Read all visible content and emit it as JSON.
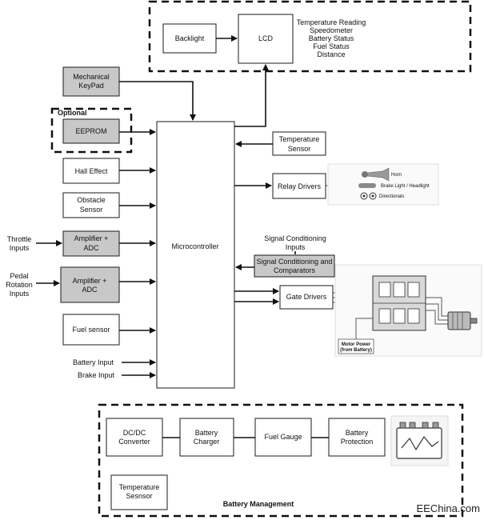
{
  "display_group": {
    "backlight": "Backlight",
    "lcd": "LCD",
    "info": [
      "Temperature Reading",
      "Speedometer",
      "Battery Status",
      "Fuel Status",
      "Distance"
    ]
  },
  "inputs": {
    "keypad": [
      "Mechanical",
      "KeyPad"
    ],
    "optional_label": "Optional",
    "eeprom": "EEPROM",
    "hall": "Hall Effect",
    "obstacle": [
      "Obstacle",
      "Sensor"
    ],
    "throttle_label": [
      "Throttle",
      "Inputs"
    ],
    "amp1": [
      "Amplifier +",
      "ADC"
    ],
    "pedal_label": [
      "Pedal",
      "Rotation",
      "Inputs"
    ],
    "amp2": [
      "Amplifier +",
      "ADC"
    ],
    "fuel": "Fuel sensor",
    "battery_input": "Battery Input",
    "brake_input": "Brake Input"
  },
  "mcu": "Microcontroller",
  "right_side": {
    "temp_sensor": [
      "Temperature",
      "Sensor"
    ],
    "relay": "Relay Drivers",
    "relay_outputs": [
      "Horn",
      "Brake Light / Headlight",
      "Directionals"
    ],
    "sig_label": [
      "Signal Conditioning",
      "Inputs"
    ],
    "sig_box": [
      "Signal Conditioning and",
      "Comparators"
    ],
    "gate": "Gate Drivers",
    "motor_power": [
      "Motor Power",
      "(from Battery)"
    ]
  },
  "battery_mgmt": {
    "dcdc": [
      "DC/DC",
      "Converter"
    ],
    "charger": [
      "Battery",
      "Charger"
    ],
    "fuel_gauge": "Fuel Gauge",
    "protection": [
      "Battery",
      "Protection"
    ],
    "temp": [
      "Temperature",
      "Sesnsor"
    ],
    "label": "Battery Management"
  },
  "watermark": "EEChina.com"
}
